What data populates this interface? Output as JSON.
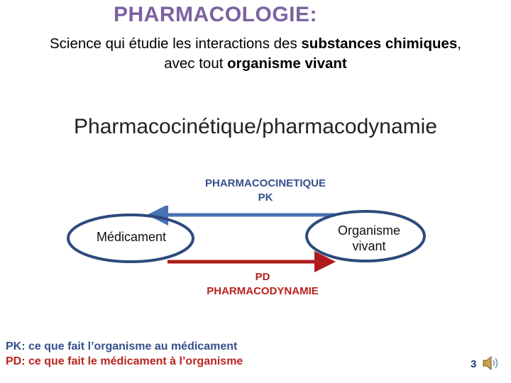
{
  "title": "PHARMACOLOGIE:",
  "definition": {
    "line1_prefix": "Science qui étudie les interactions des ",
    "line1_bold": "substances chimiques",
    "line1_suffix": ",",
    "line2_prefix": "avec tout ",
    "line2_bold": "organisme vivant"
  },
  "subtitle": "Pharmacocinétique/pharmacodynamie",
  "diagram": {
    "pk_label_line1": "PHARMACOCINETIQUE",
    "pk_label_line2": "PK",
    "pd_label_line1": "PD",
    "pd_label_line2": "PHARMACODYNAMIE",
    "left_node": "Médicament",
    "right_node_line1": "Organisme",
    "right_node_line2": "vivant",
    "colors": {
      "pk_arrow": "#4a72b6",
      "pd_arrow": "#b01a1a",
      "ellipse_stroke": "#2e4a7d"
    }
  },
  "legend": {
    "pk": "PK: ce que fait l’organisme au médicament",
    "pd": "PD: ce que fait le médicament à l’organisme"
  },
  "page_number": "3",
  "speaker_icon": "speaker-icon"
}
